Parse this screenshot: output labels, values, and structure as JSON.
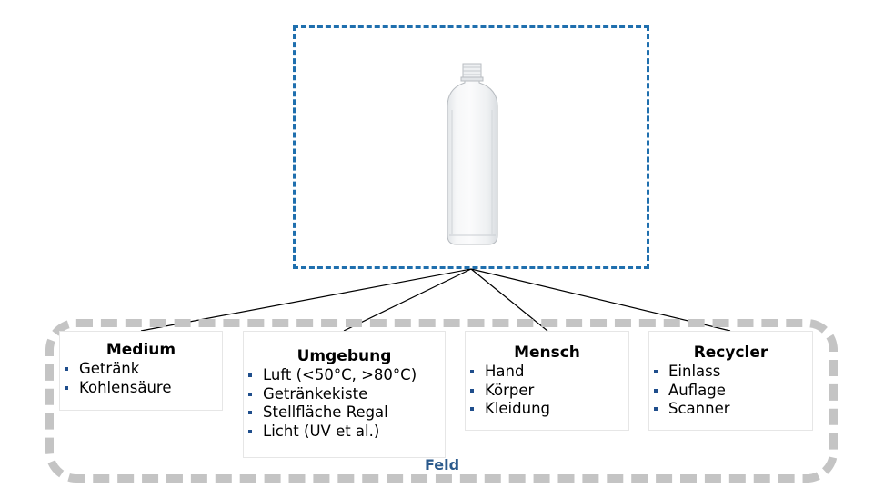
{
  "field": {
    "label": "Feld"
  },
  "colors": {
    "bottle_box_border": "#1f6fae",
    "field_border": "#c4c4c4",
    "field_label": "#2b5a8c",
    "bullet": "#1f4e8c"
  },
  "cards": [
    {
      "title": "Medium",
      "items": [
        "Getränk",
        "Kohlensäure"
      ]
    },
    {
      "title": "Umgebung",
      "items": [
        "Luft (<50°C, >80°C)",
        "Getränkekiste",
        "Stellfläche Regal",
        "Licht (UV et al.)"
      ]
    },
    {
      "title": "Mensch",
      "items": [
        "Hand",
        "Körper",
        "Kleidung"
      ]
    },
    {
      "title": "Recycler",
      "items": [
        "Einlass",
        "Auflage",
        "Scanner"
      ]
    }
  ]
}
